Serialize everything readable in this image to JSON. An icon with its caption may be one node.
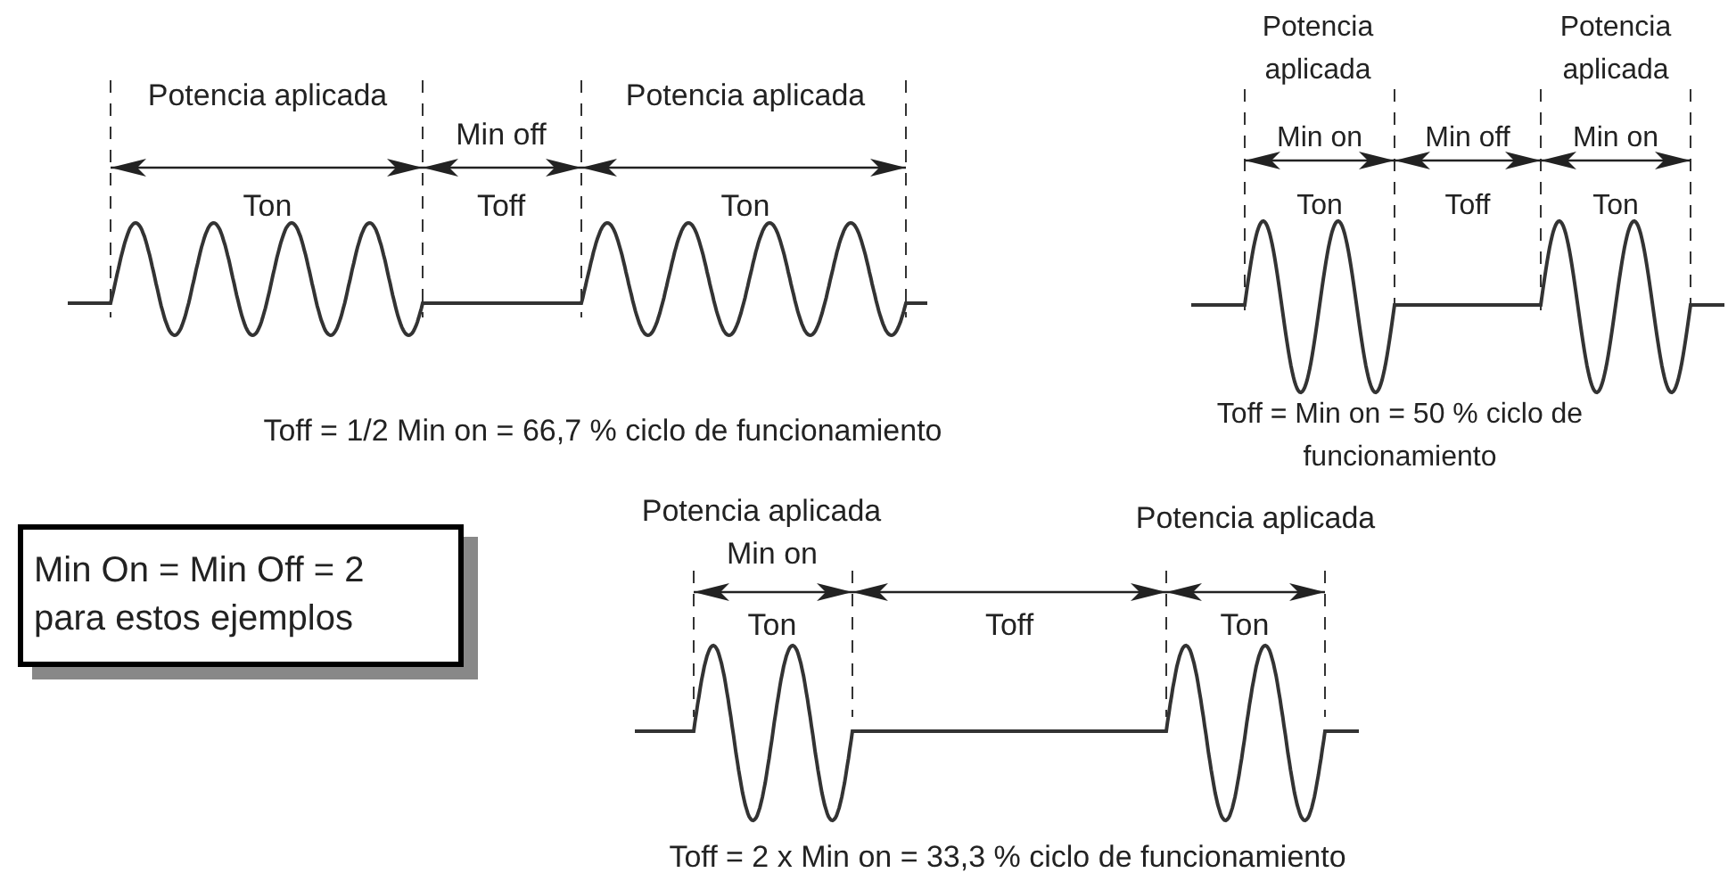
{
  "diagram": {
    "nodes": [
      {
        "text": [
          "Min On = Min Off = 2 para estos ejemplos"
        ]
      }
    ],
    "labels": [
      "Potencia aplicada",
      "Potencia aplicada",
      "Min off",
      "Ton",
      "Toff",
      "Ton",
      "Toff = 1/2 Min on = 66,7 % ciclo de funcionamiento",
      "Potencia aplicada",
      "Potencia aplicada",
      "Min on",
      "Min off",
      "Min on",
      "Ton",
      "Toff",
      "Ton",
      "Toff = Min on = 50 % ciclo de funcionamiento",
      "Potencia aplicada",
      "Potencia aplicada",
      "Min on",
      "Ton",
      "Toff",
      "Ton",
      "Toff = 2 x Min on = 33,3 % ciclo de funcionamiento"
    ]
  }
}
